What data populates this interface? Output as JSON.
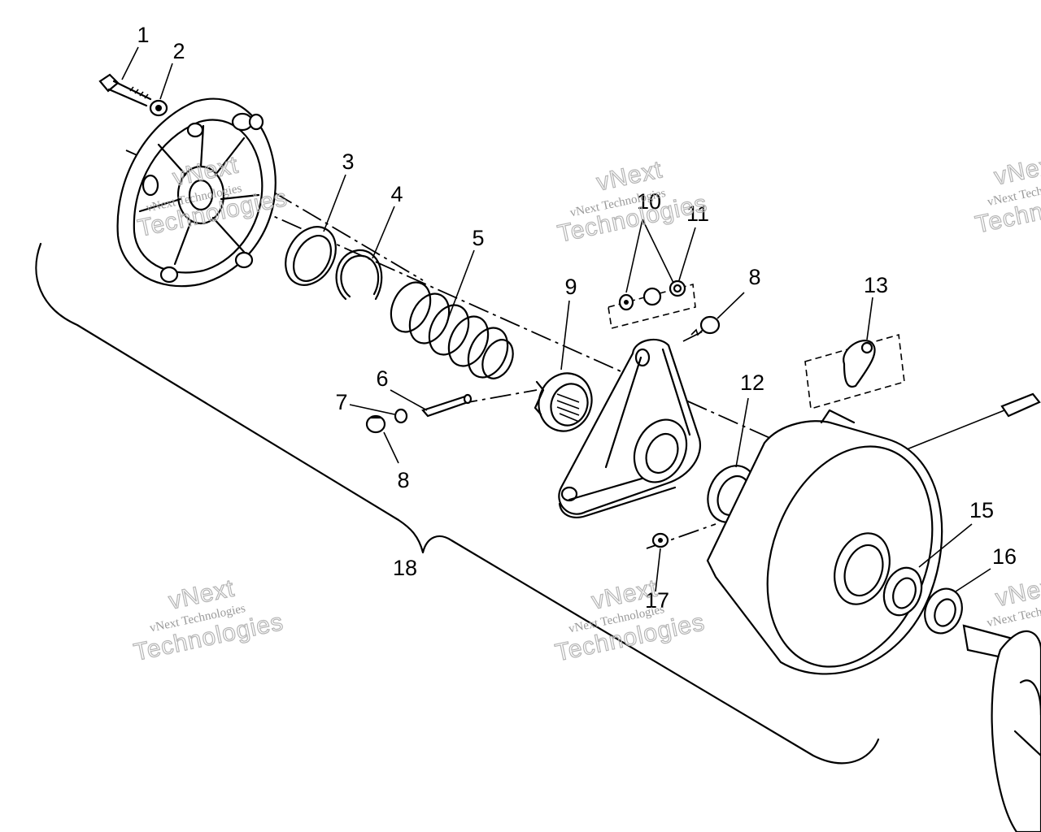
{
  "callouts": [
    {
      "id": "1",
      "text": "1"
    },
    {
      "id": "2",
      "text": "2"
    },
    {
      "id": "3",
      "text": "3"
    },
    {
      "id": "4",
      "text": "4"
    },
    {
      "id": "5",
      "text": "5"
    },
    {
      "id": "6",
      "text": "6"
    },
    {
      "id": "7",
      "text": "7"
    },
    {
      "id": "8a",
      "text": "8"
    },
    {
      "id": "8b",
      "text": "8"
    },
    {
      "id": "9",
      "text": "9"
    },
    {
      "id": "10",
      "text": "10"
    },
    {
      "id": "11",
      "text": "11"
    },
    {
      "id": "12",
      "text": "12"
    },
    {
      "id": "13",
      "text": "13"
    },
    {
      "id": "15",
      "text": "15"
    },
    {
      "id": "16",
      "text": "16"
    },
    {
      "id": "17",
      "text": "17"
    },
    {
      "id": "18",
      "text": "18"
    }
  ],
  "watermark": {
    "line1": "vNext",
    "line2": "vNext Technologies",
    "line3": "Technologies"
  },
  "colors": {
    "ink": "#000000",
    "background": "#ffffff",
    "watermark": "#b5b5b5"
  }
}
